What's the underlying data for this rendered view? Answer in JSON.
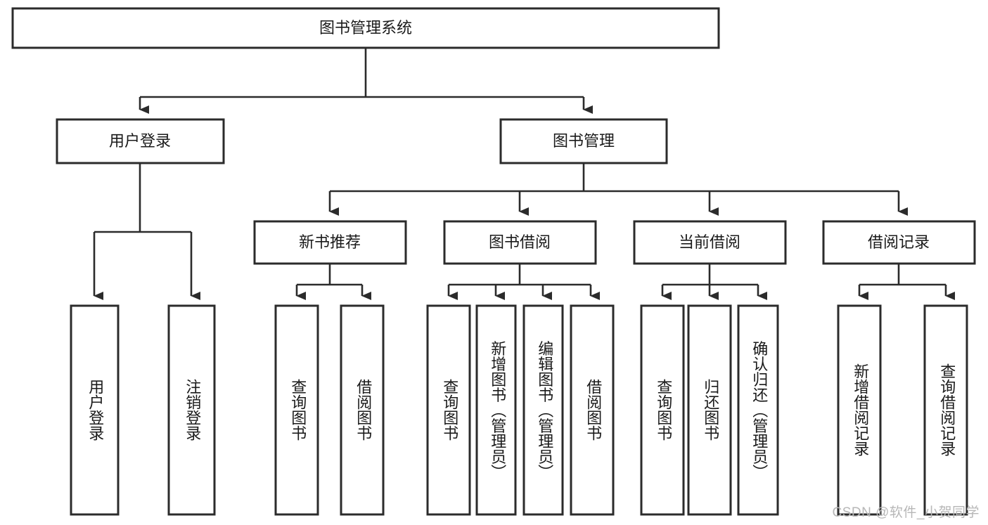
{
  "diagram": {
    "type": "tree",
    "title": "图书管理系统",
    "watermark": "CSDN @软件_小贺同学",
    "colors": {
      "stroke": "#2b2b2b",
      "fill": "#ffffff",
      "text": "#1a1a1a",
      "watermark": "#b7b7b7",
      "background": "#ffffff"
    },
    "levels": {
      "root": {
        "label": "图书管理系统"
      },
      "level2": [
        {
          "label": "用户登录"
        },
        {
          "label": "图书管理"
        }
      ],
      "level3": [
        {
          "label": "新书推荐"
        },
        {
          "label": "图书借阅"
        },
        {
          "label": "当前借阅"
        },
        {
          "label": "借阅记录"
        }
      ],
      "leaves": [
        {
          "label": "用户登录",
          "parent": "用户登录"
        },
        {
          "label": "注销登录",
          "parent": "用户登录"
        },
        {
          "label": "查询图书",
          "parent": "新书推荐"
        },
        {
          "label": "借阅图书",
          "parent": "新书推荐"
        },
        {
          "label": "查询图书",
          "parent": "图书借阅"
        },
        {
          "label": "新增图书（管理员）",
          "parent": "图书借阅"
        },
        {
          "label": "编辑图书（管理员）",
          "parent": "图书借阅"
        },
        {
          "label": "借阅图书",
          "parent": "图书借阅"
        },
        {
          "label": "查询图书",
          "parent": "当前借阅"
        },
        {
          "label": "归还图书",
          "parent": "当前借阅"
        },
        {
          "label": "确认归还（管理员）",
          "parent": "当前借阅"
        },
        {
          "label": "新增借阅记录",
          "parent": "借阅记录"
        },
        {
          "label": "查询借阅记录",
          "parent": "借阅记录"
        }
      ]
    }
  }
}
